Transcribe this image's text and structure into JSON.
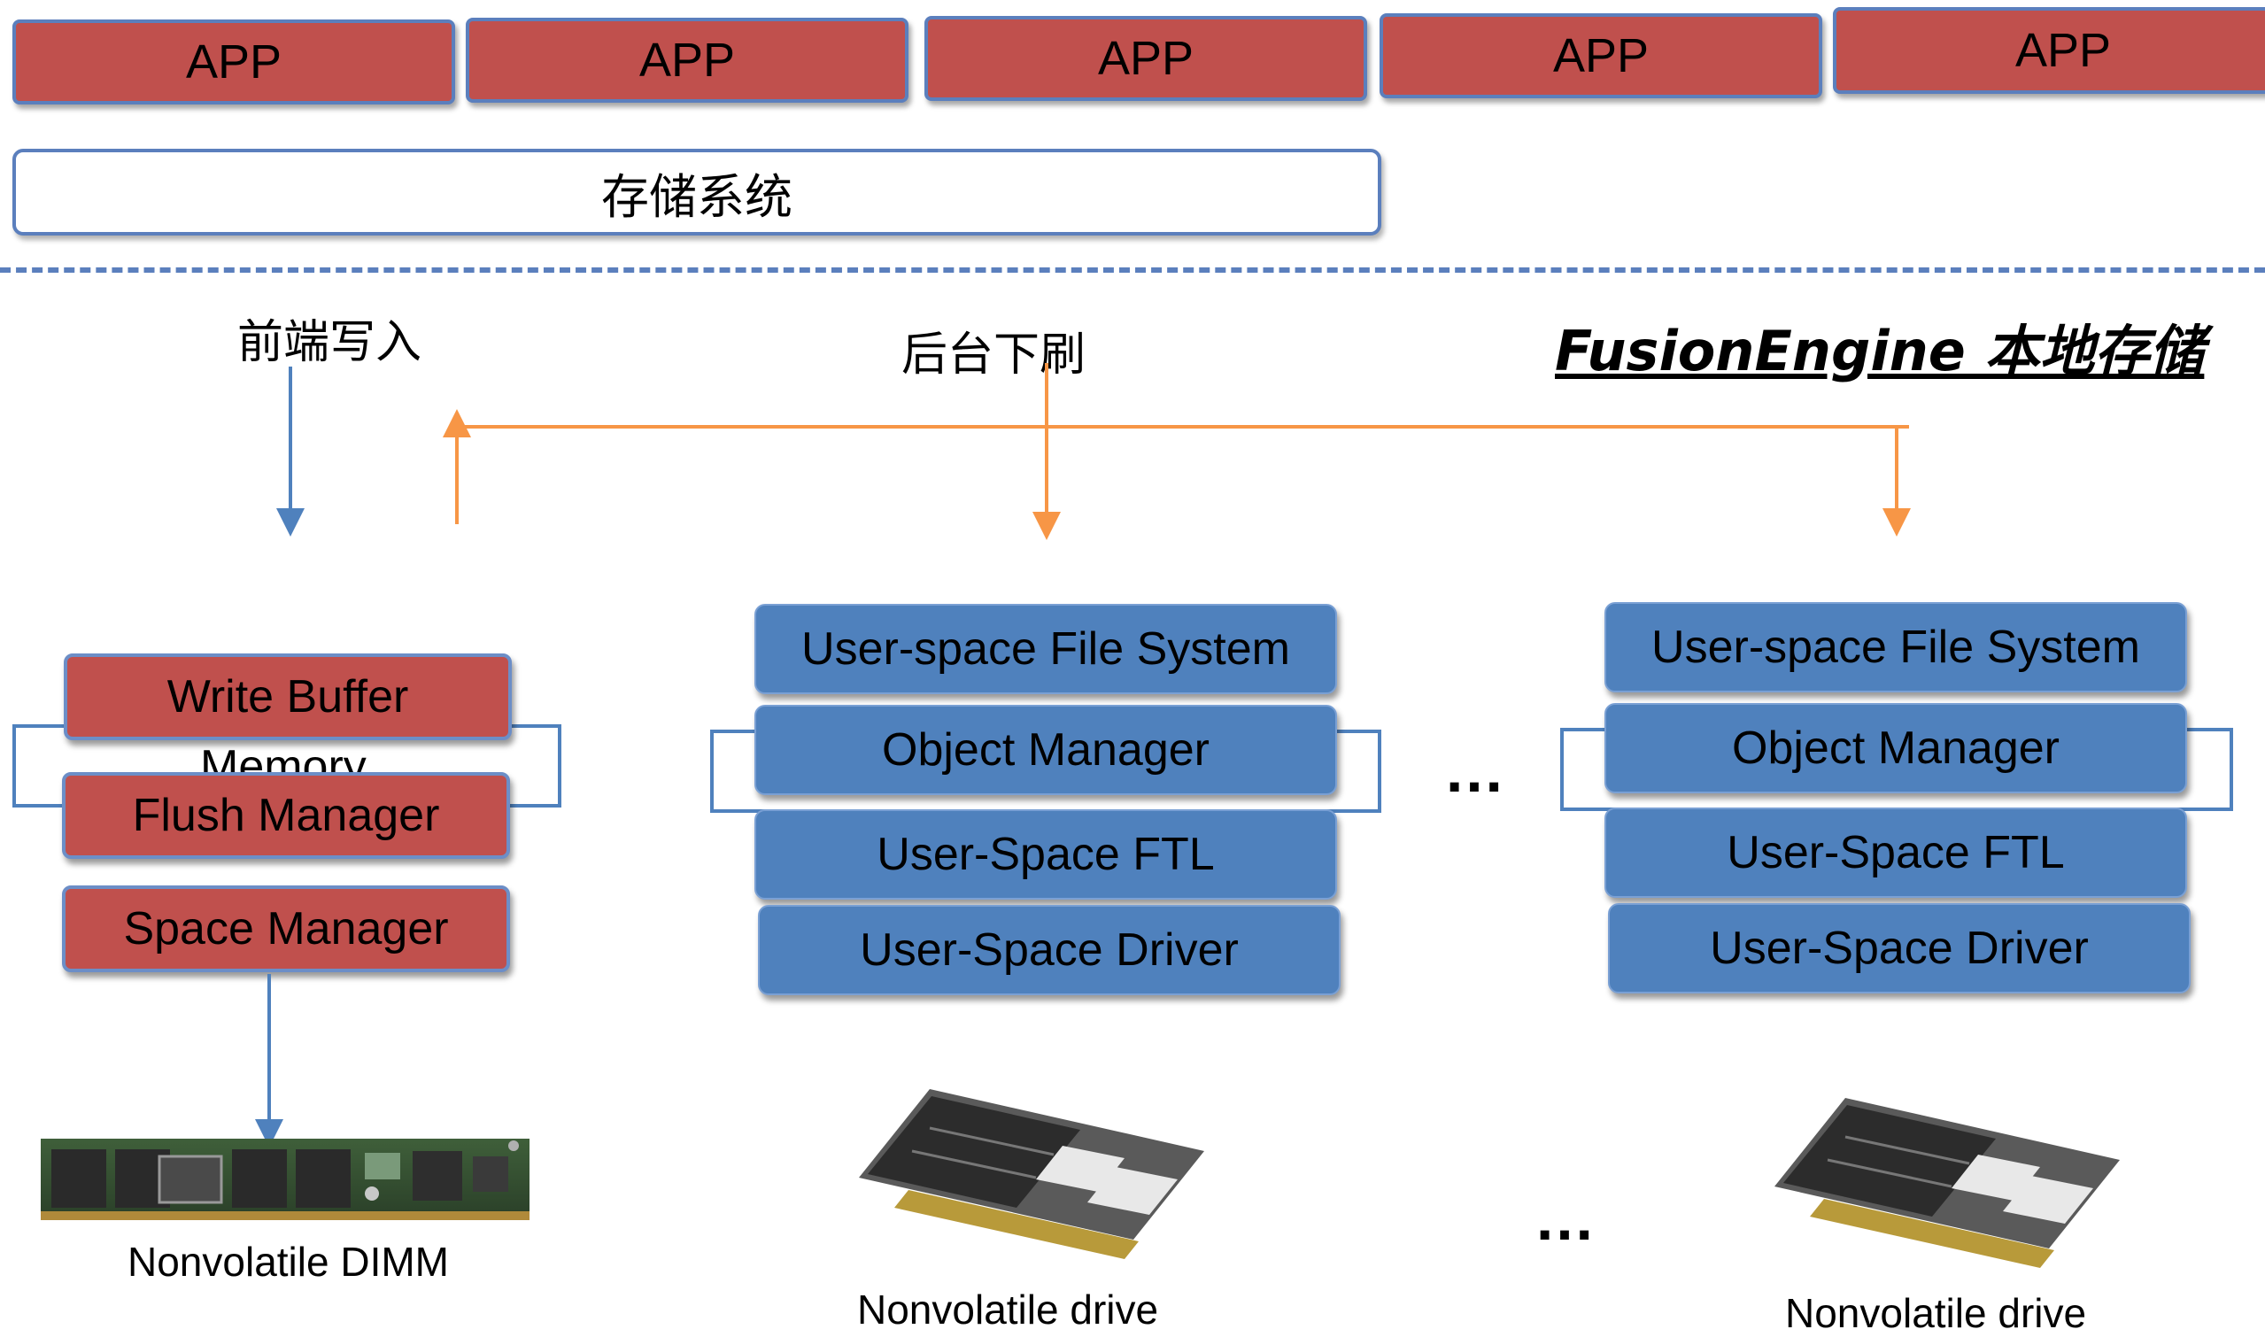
{
  "apps": [
    "APP",
    "APP",
    "APP",
    "APP",
    "APP"
  ],
  "storage_system": "存储系统",
  "labels": {
    "front_write": "前端写入",
    "background_flush": "后台下刷"
  },
  "title": "FusionEngine 本地存储",
  "memory_stack": {
    "write_buffer": "Write Buffer",
    "memory": "Memory",
    "flush_manager": "Flush Manager",
    "space_manager": "Space Manager"
  },
  "drive_stacks": [
    {
      "file_system": "User-space File System",
      "object_manager": "Object Manager",
      "ftl": "User-Space FTL",
      "driver": "User-Space Driver"
    },
    {
      "file_system": "User-space File System",
      "object_manager": "Object Manager",
      "ftl": "User-Space FTL",
      "driver": "User-Space Driver"
    }
  ],
  "ellipsis": "…",
  "captions": {
    "dimm": "Nonvolatile DIMM",
    "drive1": "Nonvolatile drive",
    "drive2": "Nonvolatile drive"
  },
  "colors": {
    "app_red": "#c0504d",
    "layer_blue": "#4f81bd",
    "arrow_blue": "#4f81bd",
    "arrow_orange": "#f79646"
  }
}
